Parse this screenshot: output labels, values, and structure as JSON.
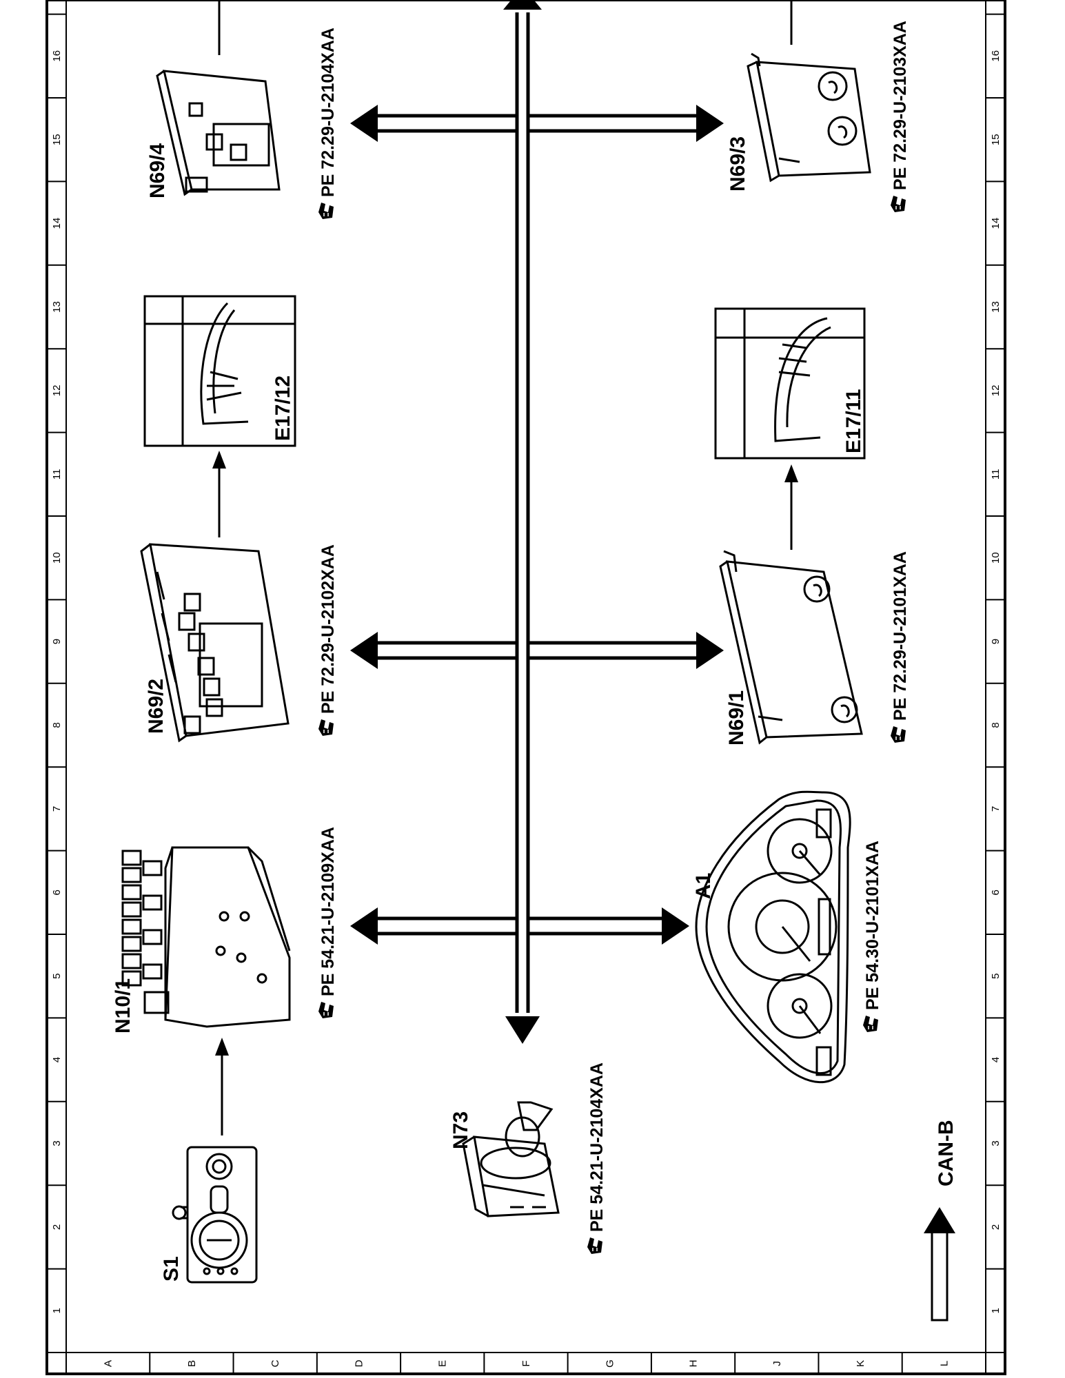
{
  "bus": {
    "label": "CAN-B"
  },
  "grid": {
    "numbers": [
      "1",
      "2",
      "3",
      "4",
      "5",
      "6",
      "7",
      "8",
      "9",
      "10",
      "11",
      "12",
      "13",
      "14",
      "15",
      "16"
    ],
    "letters": [
      "A",
      "B",
      "C",
      "D",
      "E",
      "F",
      "G",
      "H",
      "J",
      "K",
      "L"
    ]
  },
  "components": [
    {
      "id": "S1",
      "ref": ""
    },
    {
      "id": "N10/1",
      "ref": "PE  54.21-U-2109XAA"
    },
    {
      "id": "N69/2",
      "ref": "PE  72.29-U-2102XAA"
    },
    {
      "id": "E17/12",
      "ref": ""
    },
    {
      "id": "N69/4",
      "ref": "PE  72.29-U-2104XAA"
    },
    {
      "id": "N73",
      "ref": "PE  54.21-U-2104XAA"
    },
    {
      "id": "A1",
      "ref": "PE  54.30-U-2101XAA"
    },
    {
      "id": "N69/1",
      "ref": "PE  72.29-U-2101XAA"
    },
    {
      "id": "E17/11",
      "ref": ""
    },
    {
      "id": "N69/3",
      "ref": "PE  72.29-U-2103XAA"
    }
  ]
}
